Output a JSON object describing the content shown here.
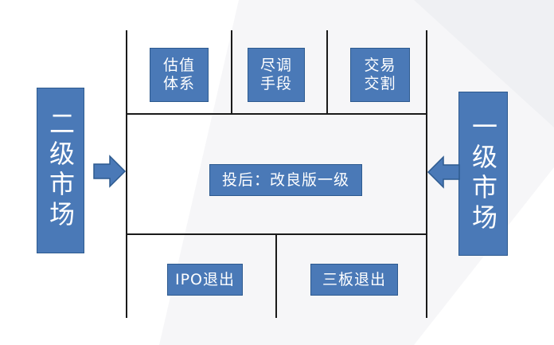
{
  "top_row": [
    {
      "label": "估值\n体系"
    },
    {
      "label": "尽调\n手段"
    },
    {
      "label": "交易\n交割"
    }
  ],
  "middle": {
    "label": "投后：改良版一级"
  },
  "bottom_row": [
    {
      "label": "IPO退出"
    },
    {
      "label": "三板退出"
    }
  ],
  "left_market": {
    "label": "二级市场"
  },
  "right_market": {
    "label": "一级市场"
  },
  "colors": {
    "box_fill": "#4a79b7",
    "box_border": "#2d5a8f",
    "line": "#1a1a1a"
  },
  "icons": {
    "left_arrow": "arrow-right-icon",
    "right_arrow": "arrow-left-icon"
  }
}
